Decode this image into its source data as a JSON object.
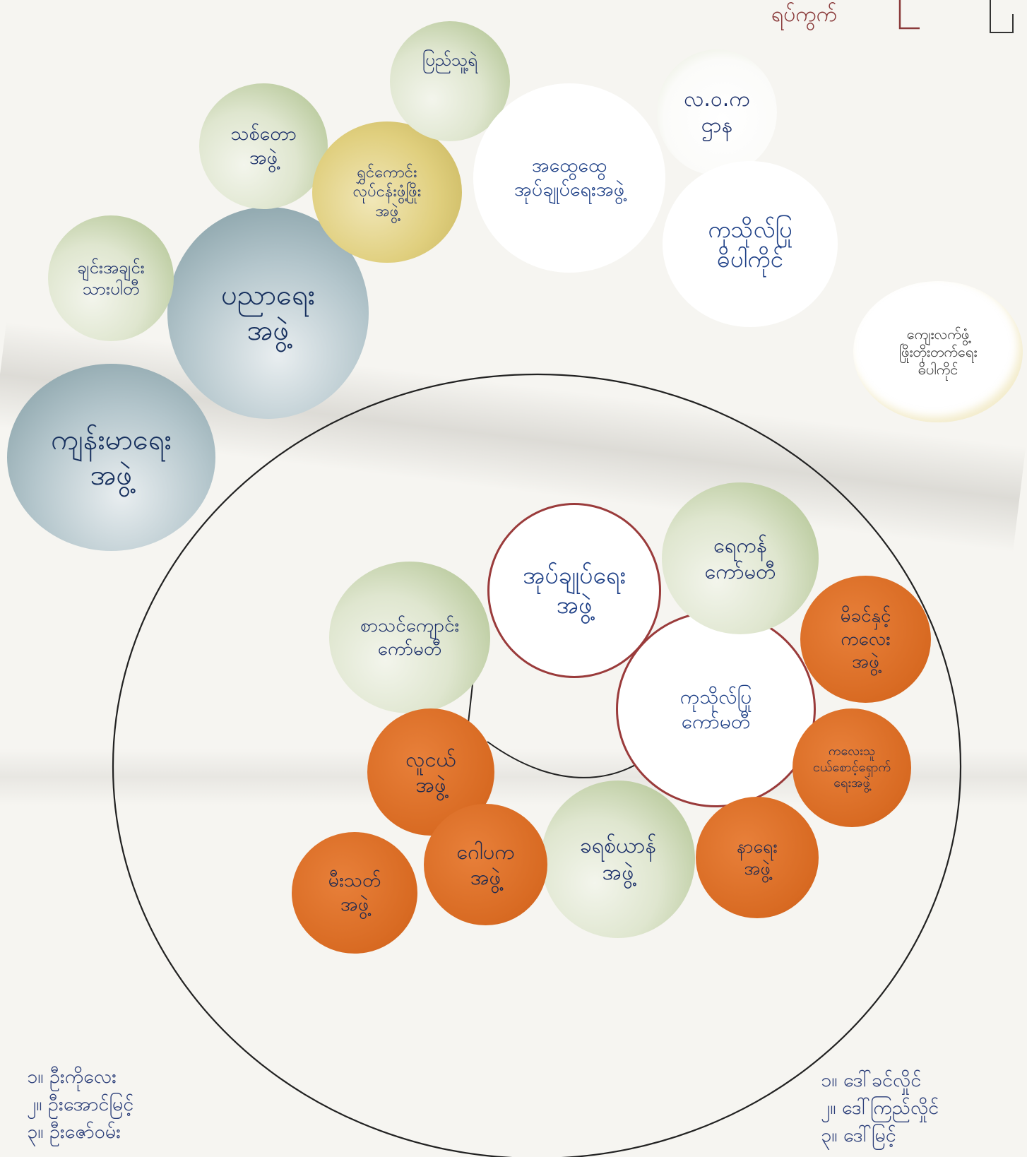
{
  "diagram": {
    "corner_note": "ရပ်ကွက်",
    "inner_circles": [
      {
        "id": "health-group",
        "label": "ကျန်းမာရေး\nအဖွဲ့"
      },
      {
        "id": "education-group",
        "label": "ပညာရေး\nအဖွဲ့"
      },
      {
        "id": "youth-group",
        "label": "ချင်းအချင်း\nသားပါတီ"
      },
      {
        "id": "vaccine-group",
        "label": "သစ်တော\nအဖွဲ့"
      },
      {
        "id": "farming-group",
        "label": "ရွှင်ကောင်း\nလုပ်ငန်းဖွံ့ဖြိုး\nအဖွဲ့"
      },
      {
        "id": "police",
        "label": "ပြည်သူ့ရဲ"
      },
      {
        "id": "admin-group",
        "label": "အထွေထွေ\nအုပ်ချုပ်ရေးအဖွဲ့"
      },
      {
        "id": "ministry",
        "label": "လ.ဝ.က\nဌာန"
      },
      {
        "id": "religious-board",
        "label": "ကုသိုလ်ပြု\nဓိပါကိုင်"
      },
      {
        "id": "village-board",
        "label": "ကျေးလက်ဖွံ့\nဖြိုးတိုးတက်ရေး\nဓိပါကိုင်"
      }
    ],
    "core_circles": [
      {
        "id": "village-admin",
        "label": "အုပ်ချုပ်ရေး\nအဖွဲ့"
      },
      {
        "id": "religious-committee",
        "label": "ကုသိုလ်ပြု\nကော်မတီ"
      },
      {
        "id": "development-committee",
        "label": "ရေကန်\nကော်မတီ"
      },
      {
        "id": "school-committee",
        "label": "စာသင်ကျောင်း\nကော်မတီ"
      },
      {
        "id": "women-group",
        "label": "မိခင်နှင့်\nကလေး\nအဖွဲ့"
      },
      {
        "id": "elder-group",
        "label": "ကလေးသူ\nငယ်စောင့်ရှောက်\nရေးအဖွဲ့"
      },
      {
        "id": "funeral-group",
        "label": "နာရေး\nအဖွဲ့"
      },
      {
        "id": "sports-group",
        "label": "ခရစ်ယာန်\nအဖွဲ့"
      },
      {
        "id": "youth-team",
        "label": "လူငယ်\nအဖွဲ့"
      },
      {
        "id": "donor-group",
        "label": "ဂေါပက\nအဖွဲ့"
      },
      {
        "id": "fire-group",
        "label": "မီးသတ်\nအဖွဲ့"
      }
    ]
  },
  "participants_left": [
    "၁။ ဦးကိုလေး",
    "၂။ ဦးအောင်မြင့်",
    "၃။ ဦးဇော်ဝမ်း"
  ],
  "participants_right": [
    "၁။ ဒေါ်ခင်လှိုင်",
    "၂။ ဒေါ်ကြည်လှိုင်",
    "၃။ ဒေါ်မြင့်"
  ]
}
